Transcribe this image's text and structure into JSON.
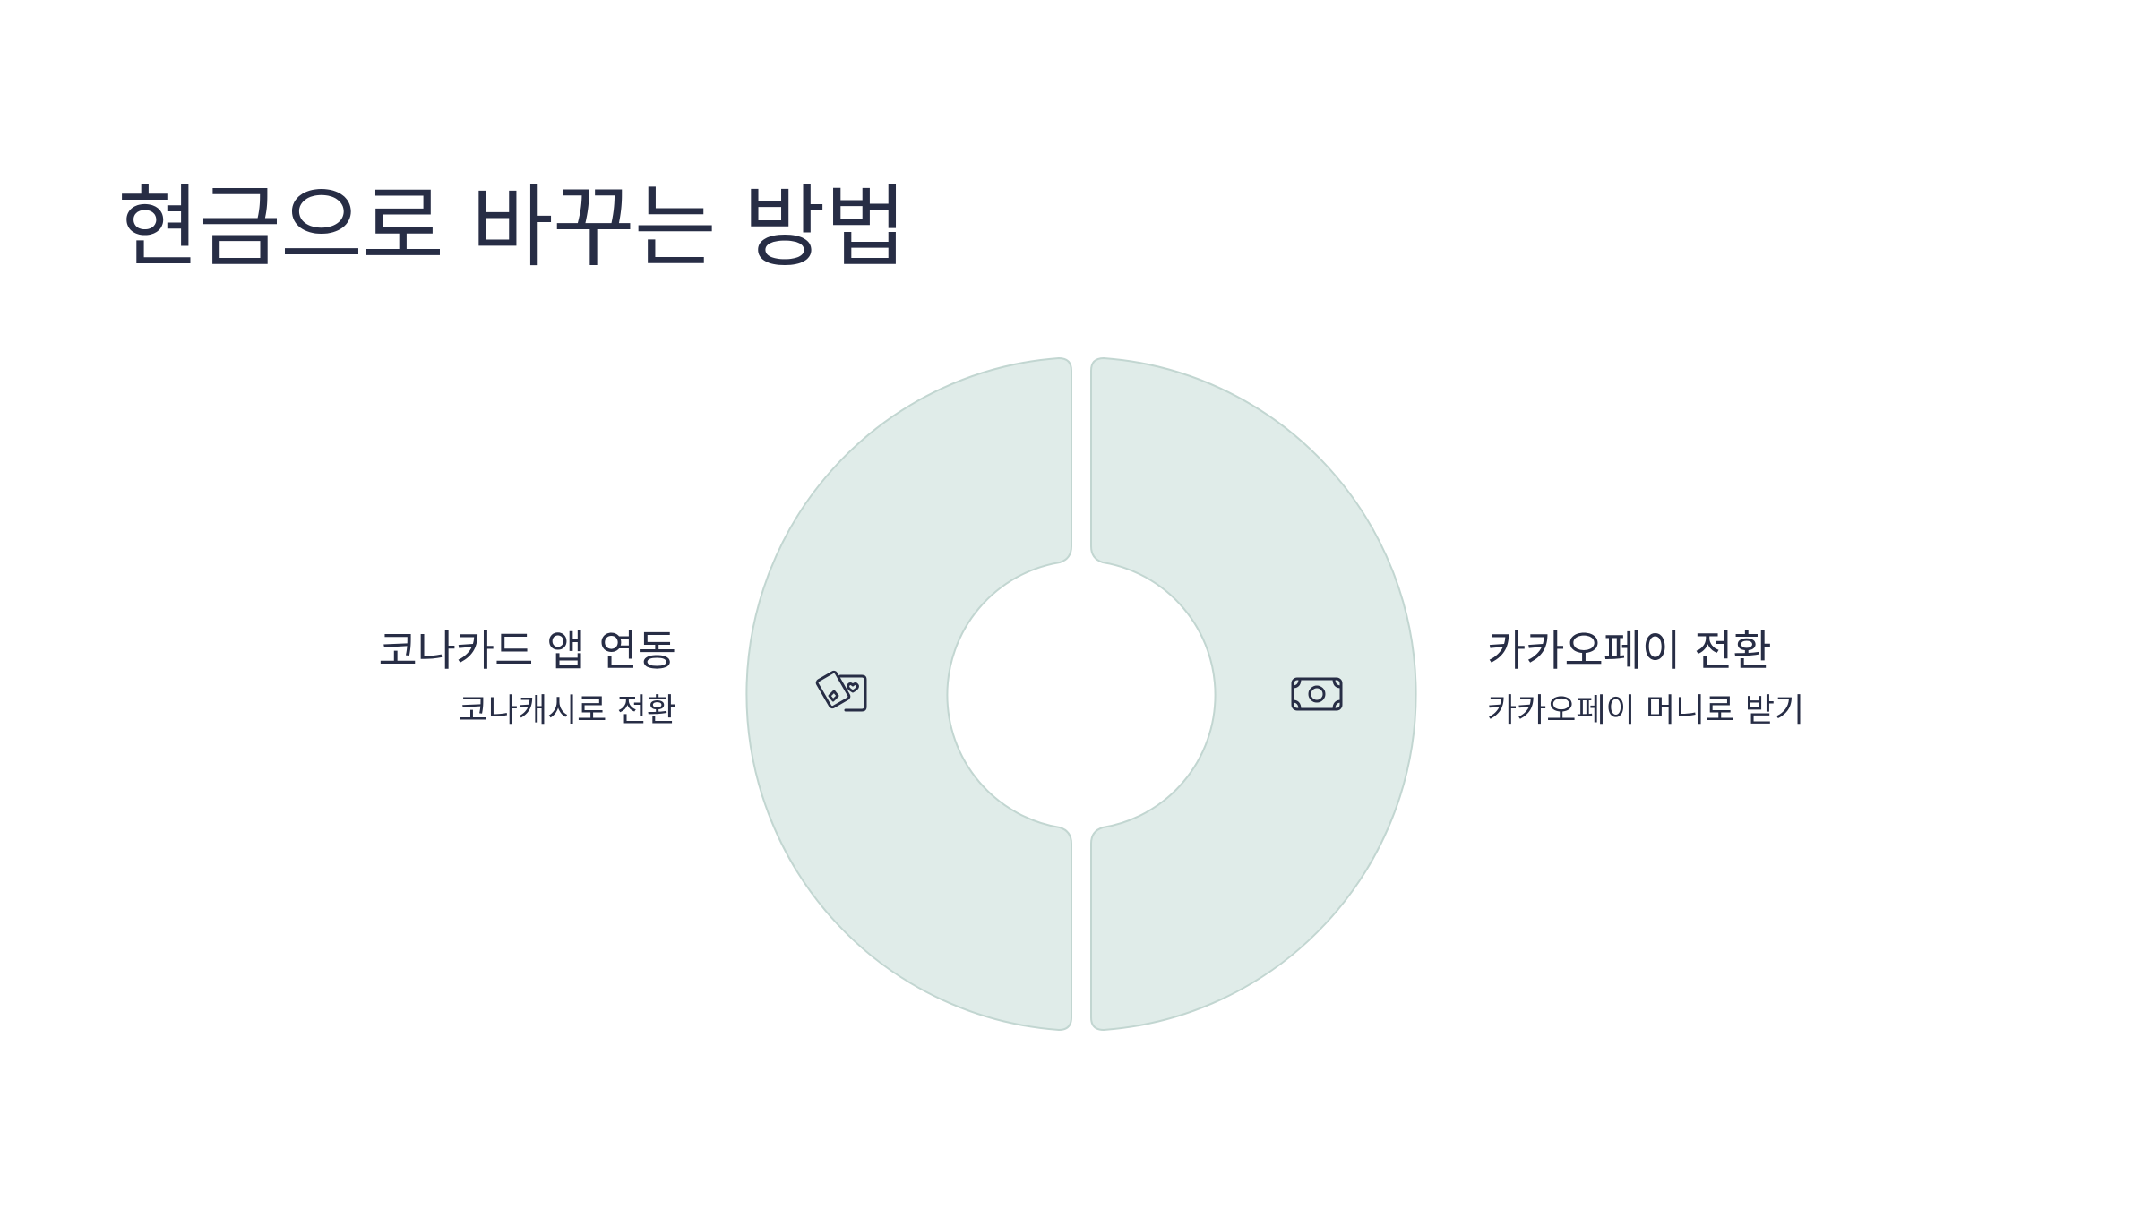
{
  "title": "현금으로 바꾸는 방법",
  "colors": {
    "background": "#ffffff",
    "segment_fill": "#e0ece9",
    "segment_stroke": "#c2d6d1",
    "text": "#272d45"
  },
  "options": [
    {
      "side": "left",
      "icon": "playing-cards-icon",
      "title": "코나카드 앱 연동",
      "description": "코나캐시로 전환"
    },
    {
      "side": "right",
      "icon": "banknote-icon",
      "title": "카카오페이 전환",
      "description": "카카오페이 머니로 받기"
    }
  ]
}
